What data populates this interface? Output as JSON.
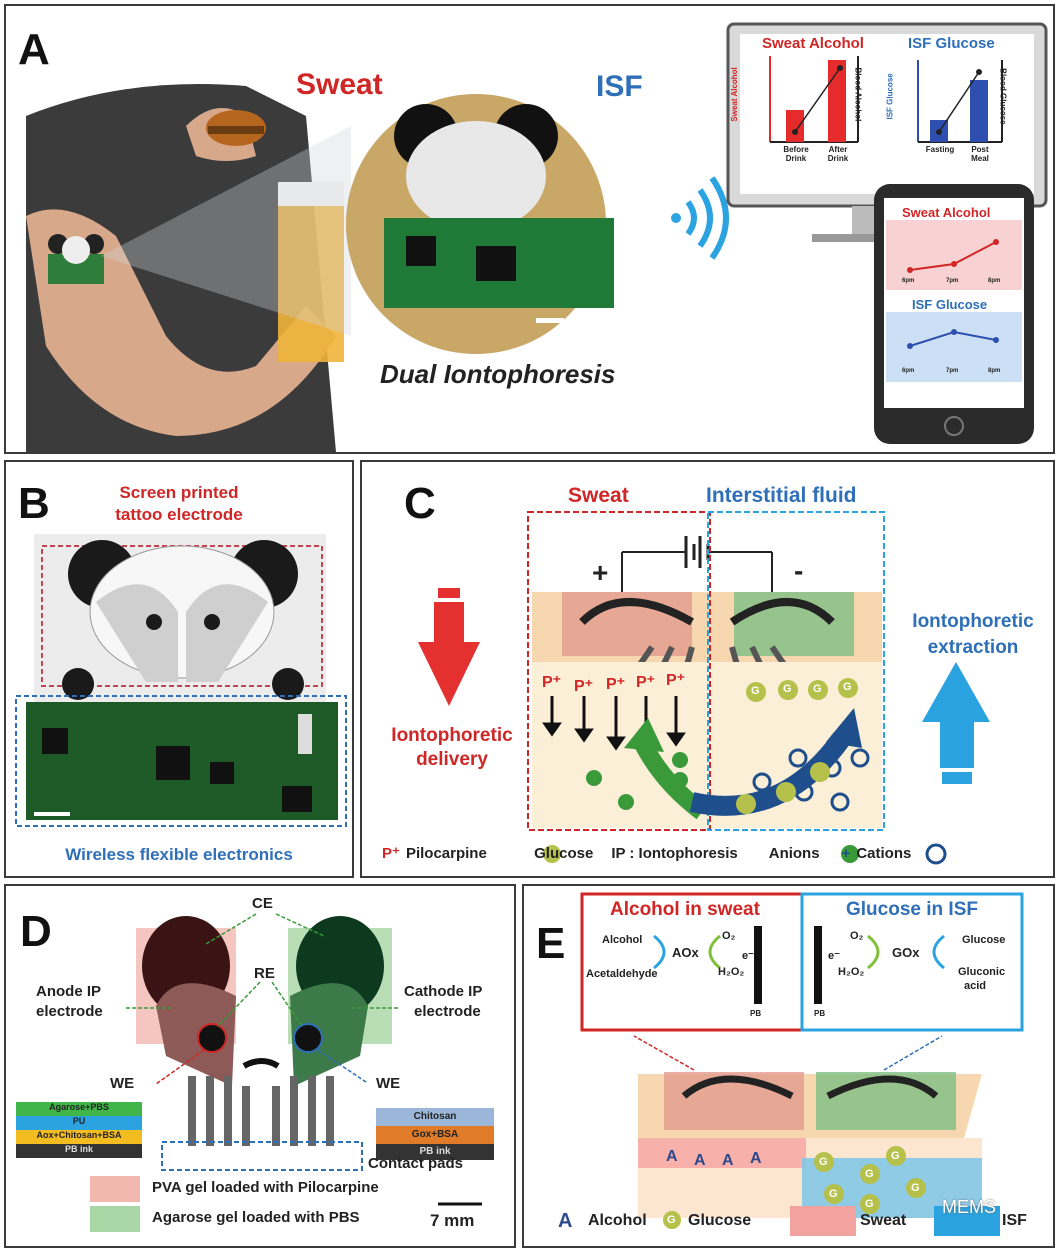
{
  "panelA": {
    "label": "A",
    "sweat": "Sweat",
    "isf": "ISF",
    "title": "Dual Iontophoresis",
    "monitor": {
      "left_title": "Sweat Alcohol",
      "right_title": "ISF Glucose",
      "left_ylabel": "Sweat Alcohol",
      "left_y2label": "Blood Alcohol",
      "right_ylabel": "ISF Glucose",
      "right_y2label": "Blood Glucose",
      "left_cats": [
        "Before Drink",
        "After Drink"
      ],
      "right_cats": [
        "Fasting",
        "Post Meal"
      ]
    },
    "phone": {
      "top_title": "Sweat Alcohol",
      "bottom_title": "ISF Glucose",
      "ticks": [
        "6pm",
        "7pm",
        "8pm"
      ]
    },
    "colors": {
      "red": "#e52b2b",
      "blue": "#2f4fb0"
    }
  },
  "panelB": {
    "label": "B",
    "top_caption_1": "Screen printed",
    "top_caption_2": "tattoo electrode",
    "bottom_caption": "Wireless flexible electronics"
  },
  "panelC": {
    "label": "C",
    "sweat": "Sweat",
    "isf": "Interstitial fluid",
    "plus": "+",
    "minus": "-",
    "left_arrow_1": "Iontophoretic",
    "left_arrow_2": "delivery",
    "right_arrow_1": "Iontophoretic",
    "right_arrow_2": "extraction",
    "p_ion": "P⁺",
    "g": "G",
    "legend": {
      "p_symbol": "P⁺",
      "pilocarpine": "Pilocarpine",
      "g_symbol": "G",
      "glucose": "Glucose",
      "ip": "IP : Iontophoresis",
      "anions": "Anions",
      "cations": "Cations",
      "anion_symbol": "-",
      "cation_symbol": "+"
    }
  },
  "panelD": {
    "label": "D",
    "ce": "CE",
    "re": "RE",
    "anode_1": "Anode IP",
    "anode_2": "electrode",
    "cathode_1": "Cathode IP",
    "cathode_2": "electrode",
    "we_left": "WE",
    "we_right": "WE",
    "left_layers": [
      "Agarose+PBS",
      "PU",
      "Aox+Chitosan+BSA",
      "PB ink"
    ],
    "right_layers": [
      "Chitosan",
      "Gox+BSA",
      "PB ink"
    ],
    "contact_pads": "Contact pads",
    "legend_pink": "PVA gel loaded with Pilocarpine",
    "legend_green": "Agarose gel loaded with PBS",
    "scale": "7 mm"
  },
  "panelE": {
    "label": "E",
    "left_title": "Alcohol in sweat",
    "right_title": "Glucose in ISF",
    "alcohol": "Alcohol",
    "acetaldehyde": "Acetaldehyde",
    "aox": "AOx",
    "o2": "O₂",
    "h2o2": "H₂O₂",
    "e": "e⁻",
    "pb": "PB",
    "glucose": "Glucose",
    "gluconic_1": "Gluconic",
    "gluconic_2": "acid",
    "gox": "GOx",
    "a": "A",
    "g": "G",
    "legend": {
      "a_symbol": "A",
      "alcohol": "Alcohol",
      "g_symbol": "G",
      "glucose": "Glucose",
      "sweat": "Sweat",
      "isf": "ISF"
    },
    "watermark": "MEMS"
  }
}
